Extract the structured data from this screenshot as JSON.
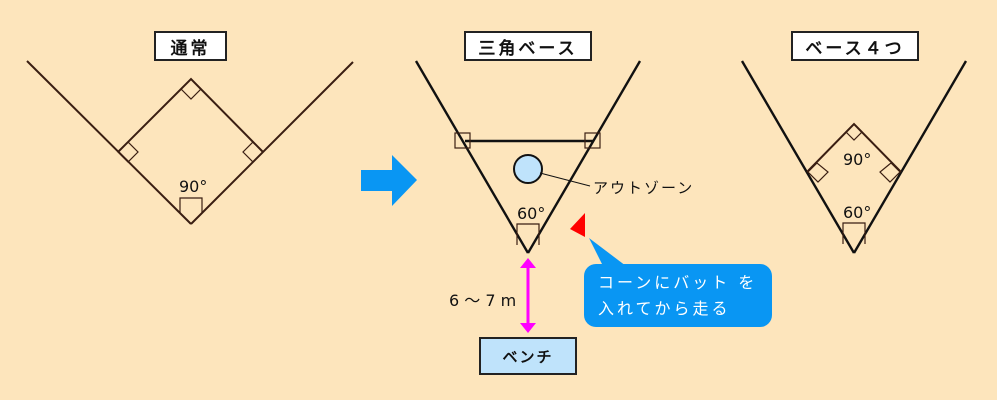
{
  "colors": {
    "background": "#fde5bc",
    "line": "#111111",
    "arrow_blue": "#0996f3",
    "out_zone_fill": "#bfe3fb",
    "cone_red": "#ff0000",
    "distance_arrow": "#ff00ff",
    "bubble": "#0996f3"
  },
  "panels": [
    {
      "title": "通常",
      "angle_labels": [
        "90°"
      ]
    },
    {
      "title": "三角ベース",
      "angle_labels": [
        "60°"
      ],
      "out_zone_label": "アウトゾーン"
    },
    {
      "title": "ベース４つ",
      "angle_labels": [
        "90°",
        "60°"
      ]
    }
  ],
  "transition_arrow": {
    "icon": "right-arrow-icon"
  },
  "distance": {
    "label": "6 ～ 7 m"
  },
  "bench": {
    "label": "ベンチ"
  },
  "cone_note": {
    "line1": "コーンにバット を",
    "line2": "入れてから走る"
  }
}
